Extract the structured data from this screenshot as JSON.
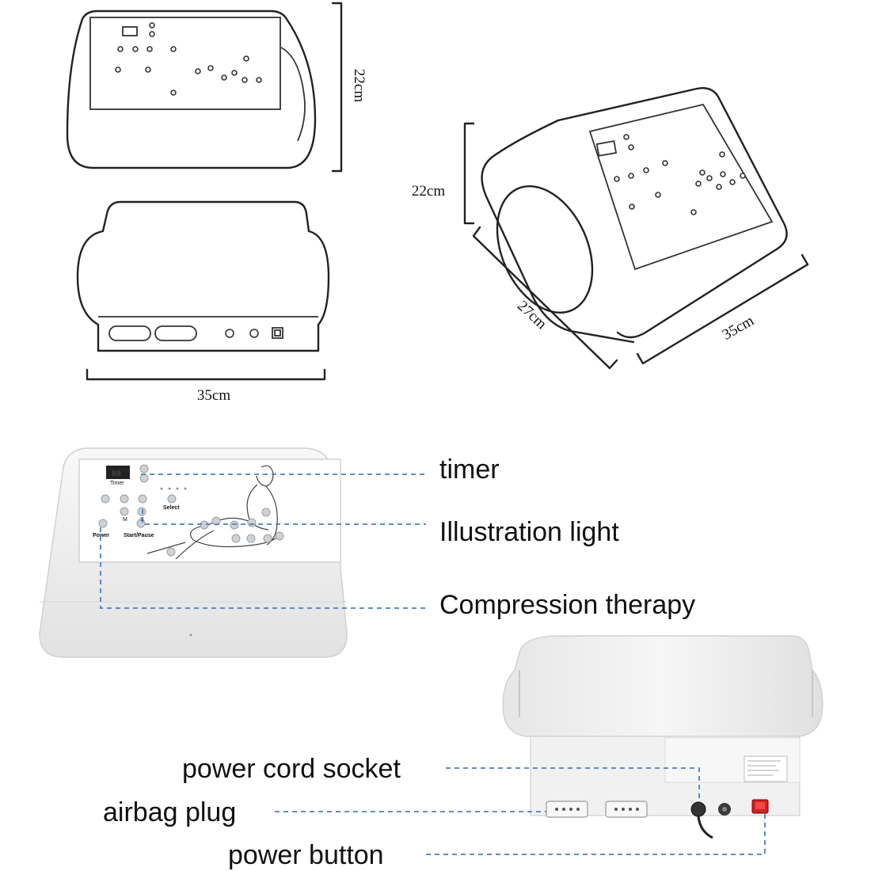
{
  "dimensions": {
    "front_height": "22cm",
    "front_width": "35cm",
    "iso_height": "22cm",
    "iso_depth": "27cm",
    "iso_width": "35cm"
  },
  "panel_labels": {
    "timer": "Timer",
    "select": "Select",
    "power": "Power",
    "start_pause": "Start/Pause",
    "m": "M",
    "s": "S"
  },
  "callouts_top": {
    "timer": "timer",
    "illustration_light": "Illustration light",
    "compression_therapy": "Compression therapy"
  },
  "callouts_bottom": {
    "power_cord_socket": "power cord socket",
    "airbag_plug": "airbag plug",
    "power_button": "power button"
  },
  "colors": {
    "leader_line": "#4a7fc0",
    "power_switch": "#d42020",
    "device_body": "#eeeeee"
  }
}
